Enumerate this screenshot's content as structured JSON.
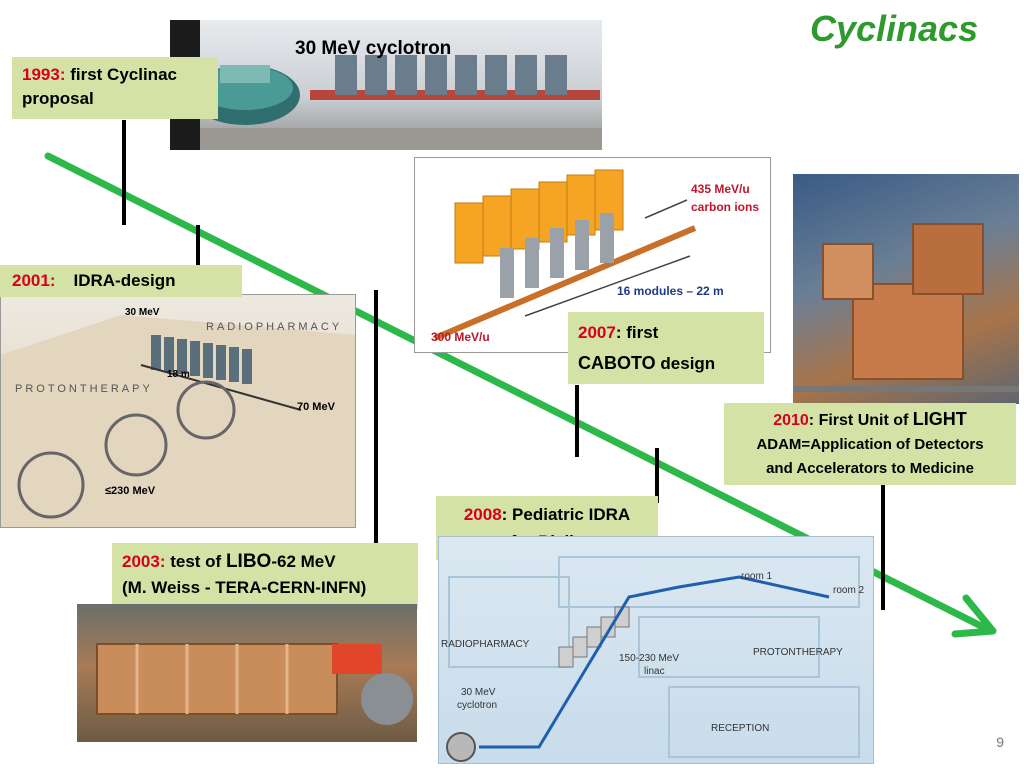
{
  "slide": {
    "title": "Cyclinacs",
    "page_number": "9"
  },
  "photos": {
    "cyclotron_caption": "30 MeV cyclotron",
    "caboto": {
      "energy_out": "435 MeV/u",
      "ions": "carbon ions",
      "modules": "16 modules – 22 m",
      "energy_in": "300 MeV/u"
    },
    "idra": {
      "cyclotron": "30 MeV",
      "radiopharmacy": "RADIOPHARMACY",
      "length": "18 m",
      "protontherapy": "PROTONTHERAPY",
      "energy_mid": "70 MeV",
      "energy_max": "≤230 MeV"
    },
    "biella": {
      "radiopharmacy": "RADIOPHARMACY",
      "cyclotron_line1": "30 MeV",
      "cyclotron_line2": "cyclotron",
      "linac_line1": "150-230 MeV",
      "linac_line2": "linac",
      "protontherapy": "PROTONTHERAPY",
      "room1": "room 1",
      "room2": "room 2",
      "reception": "RECEPTION"
    }
  },
  "milestones": {
    "m1993": {
      "year": "1993:",
      "text": " first Cyclinac",
      "text2": "proposal"
    },
    "m2001": {
      "year": "2001:",
      "text": "IDRA-design"
    },
    "m2003": {
      "year": "2003:",
      "text_a": " test of ",
      "text_b": "LIBO",
      "text_c": "-62 MeV",
      "text2": "(M. Weiss - TERA-CERN-INFN)"
    },
    "m2007": {
      "year": "2007",
      "text": ": first",
      "text2a": "CABOTO",
      "text2b": " design"
    },
    "m2008": {
      "year": "2008",
      "text": ": Pediatric IDRA",
      "text2": "for Biella"
    },
    "m2010": {
      "year": "2010",
      "text": ": First Unit of ",
      "text_b": "LIGHT",
      "text2": "ADAM=Application of Detectors",
      "text3": "and Accelerators to Medicine"
    }
  },
  "colors": {
    "arrow": "#2db84a",
    "label_bg": "#d4e3a5",
    "year": "#d6001c",
    "title": "#2e9a2e"
  }
}
